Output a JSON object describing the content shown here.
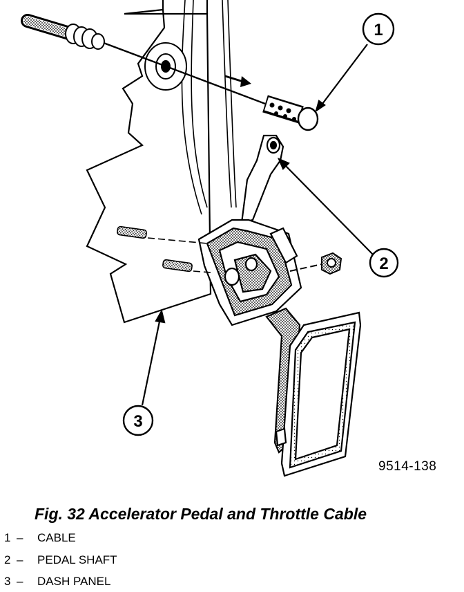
{
  "figure": {
    "id": "9514-138",
    "caption": "Fig. 32 Accelerator Pedal and Throttle Cable"
  },
  "callouts": [
    {
      "number": "1",
      "name": "CABLE"
    },
    {
      "number": "2",
      "name": "PEDAL SHAFT"
    },
    {
      "number": "3",
      "name": "DASH PANEL"
    }
  ],
  "legend_separator": "–"
}
